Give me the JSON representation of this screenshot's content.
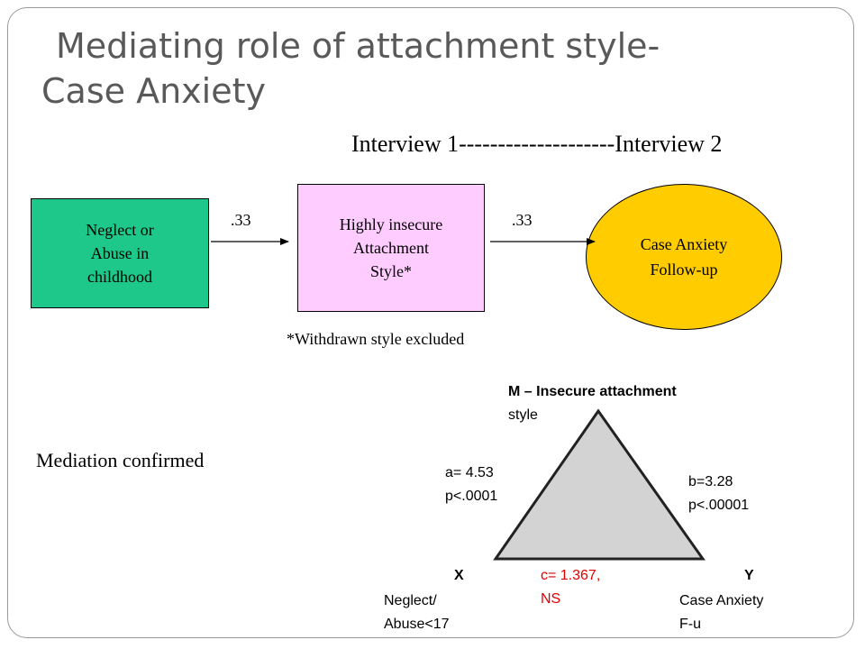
{
  "slide": {
    "title_line1": "Mediating role of attachment style-",
    "title_line2": "Case Anxiety",
    "interview_label": "Interview 1--------------------Interview  2"
  },
  "path_diagram": {
    "node_x": {
      "lines": [
        "Neglect or",
        "Abuse in",
        "childhood"
      ],
      "color": "#1ec88a"
    },
    "node_m": {
      "lines": [
        "Highly insecure",
        "Attachment",
        "Style*"
      ],
      "color": "#ffccff"
    },
    "node_y": {
      "lines": [
        "Case Anxiety",
        "Follow-up"
      ],
      "color": "#ffcc00"
    },
    "coef_xm": ".33",
    "coef_my": ".33",
    "footnote": "*Withdrawn style excluded"
  },
  "mediation": {
    "status": "Mediation confirmed",
    "m_label": "M – Insecure attachment",
    "m_label_line2": "style",
    "a_coef": "a= 4.53",
    "a_p": "p<.0001",
    "b_coef": "b=3.28",
    "b_p": "p<.00001",
    "c_coef": "c= 1.367,",
    "c_sig": "NS",
    "x_letter": "X",
    "x_label_line1": "Neglect/",
    "x_label_line2": "Abuse<17",
    "y_letter": "Y",
    "y_label_line1": "Case Anxiety",
    "y_label_line2": "F-u",
    "triangle_color": "#d3d3d3",
    "c_color": "#e00000"
  }
}
